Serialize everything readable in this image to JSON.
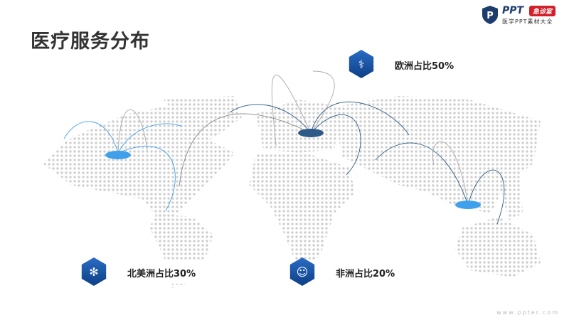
{
  "title": "医疗服务分布",
  "logo": {
    "ppt": "PPT",
    "badge": "急诊室",
    "sub": "医学PPT素材大全"
  },
  "cards": [
    {
      "label": "欧洲占比50%",
      "icon": "medical-equipment-icon"
    },
    {
      "label": "北美洲占比30%",
      "icon": "virus-icon"
    },
    {
      "label": "非洲占比20%",
      "icon": "mask-icon"
    }
  ],
  "footer": "www.ppter.com",
  "colors": {
    "accent": "#1d5fb4",
    "hub_light": "#3fa0ec",
    "hub_dark": "#2d5a86"
  }
}
